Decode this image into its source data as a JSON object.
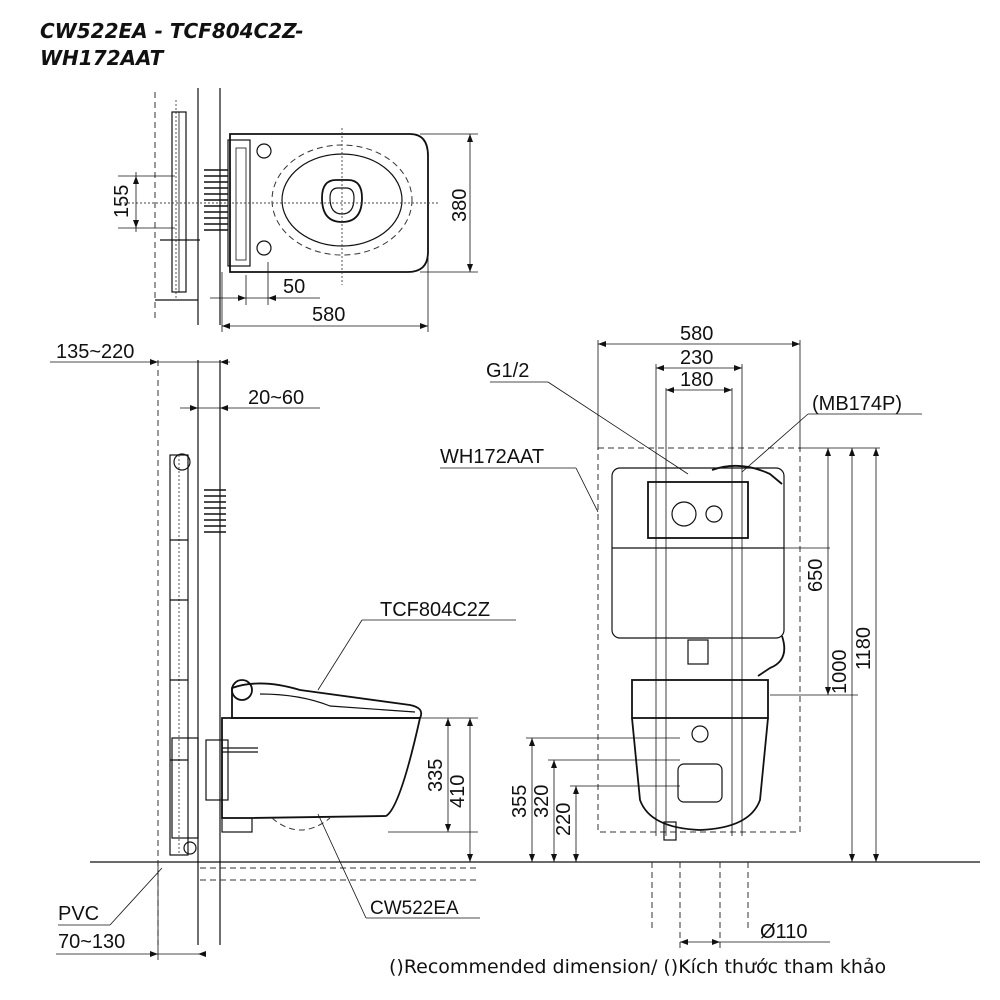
{
  "title": {
    "line1": "CW522EA - TCF804C2Z-",
    "line2": "WH172AAT"
  },
  "top_view": {
    "dim_height": "155",
    "dim_depth": "380",
    "dim_offset": "50",
    "dim_length": "580"
  },
  "side_view": {
    "dim_frame_depth": "135~220",
    "dim_wall": "20~60",
    "label_seat": "TCF804C2Z",
    "dim_335": "335",
    "dim_410": "410",
    "label_bowl": "CW522EA",
    "label_pvc": "PVC",
    "dim_pvc": "70~130"
  },
  "front_view": {
    "dim_580": "580",
    "dim_230": "230",
    "dim_180": "180",
    "label_g12": "G1/2",
    "label_mb174p": "(MB174P)",
    "label_frame": "WH172AAT",
    "dim_650": "650",
    "dim_1000": "1000",
    "dim_1180": "1180",
    "dim_355": "355",
    "dim_320": "320",
    "dim_220": "220",
    "dim_d110": "Ø110"
  },
  "note": "()Recommended dimension/ ()Kích thước tham khảo"
}
